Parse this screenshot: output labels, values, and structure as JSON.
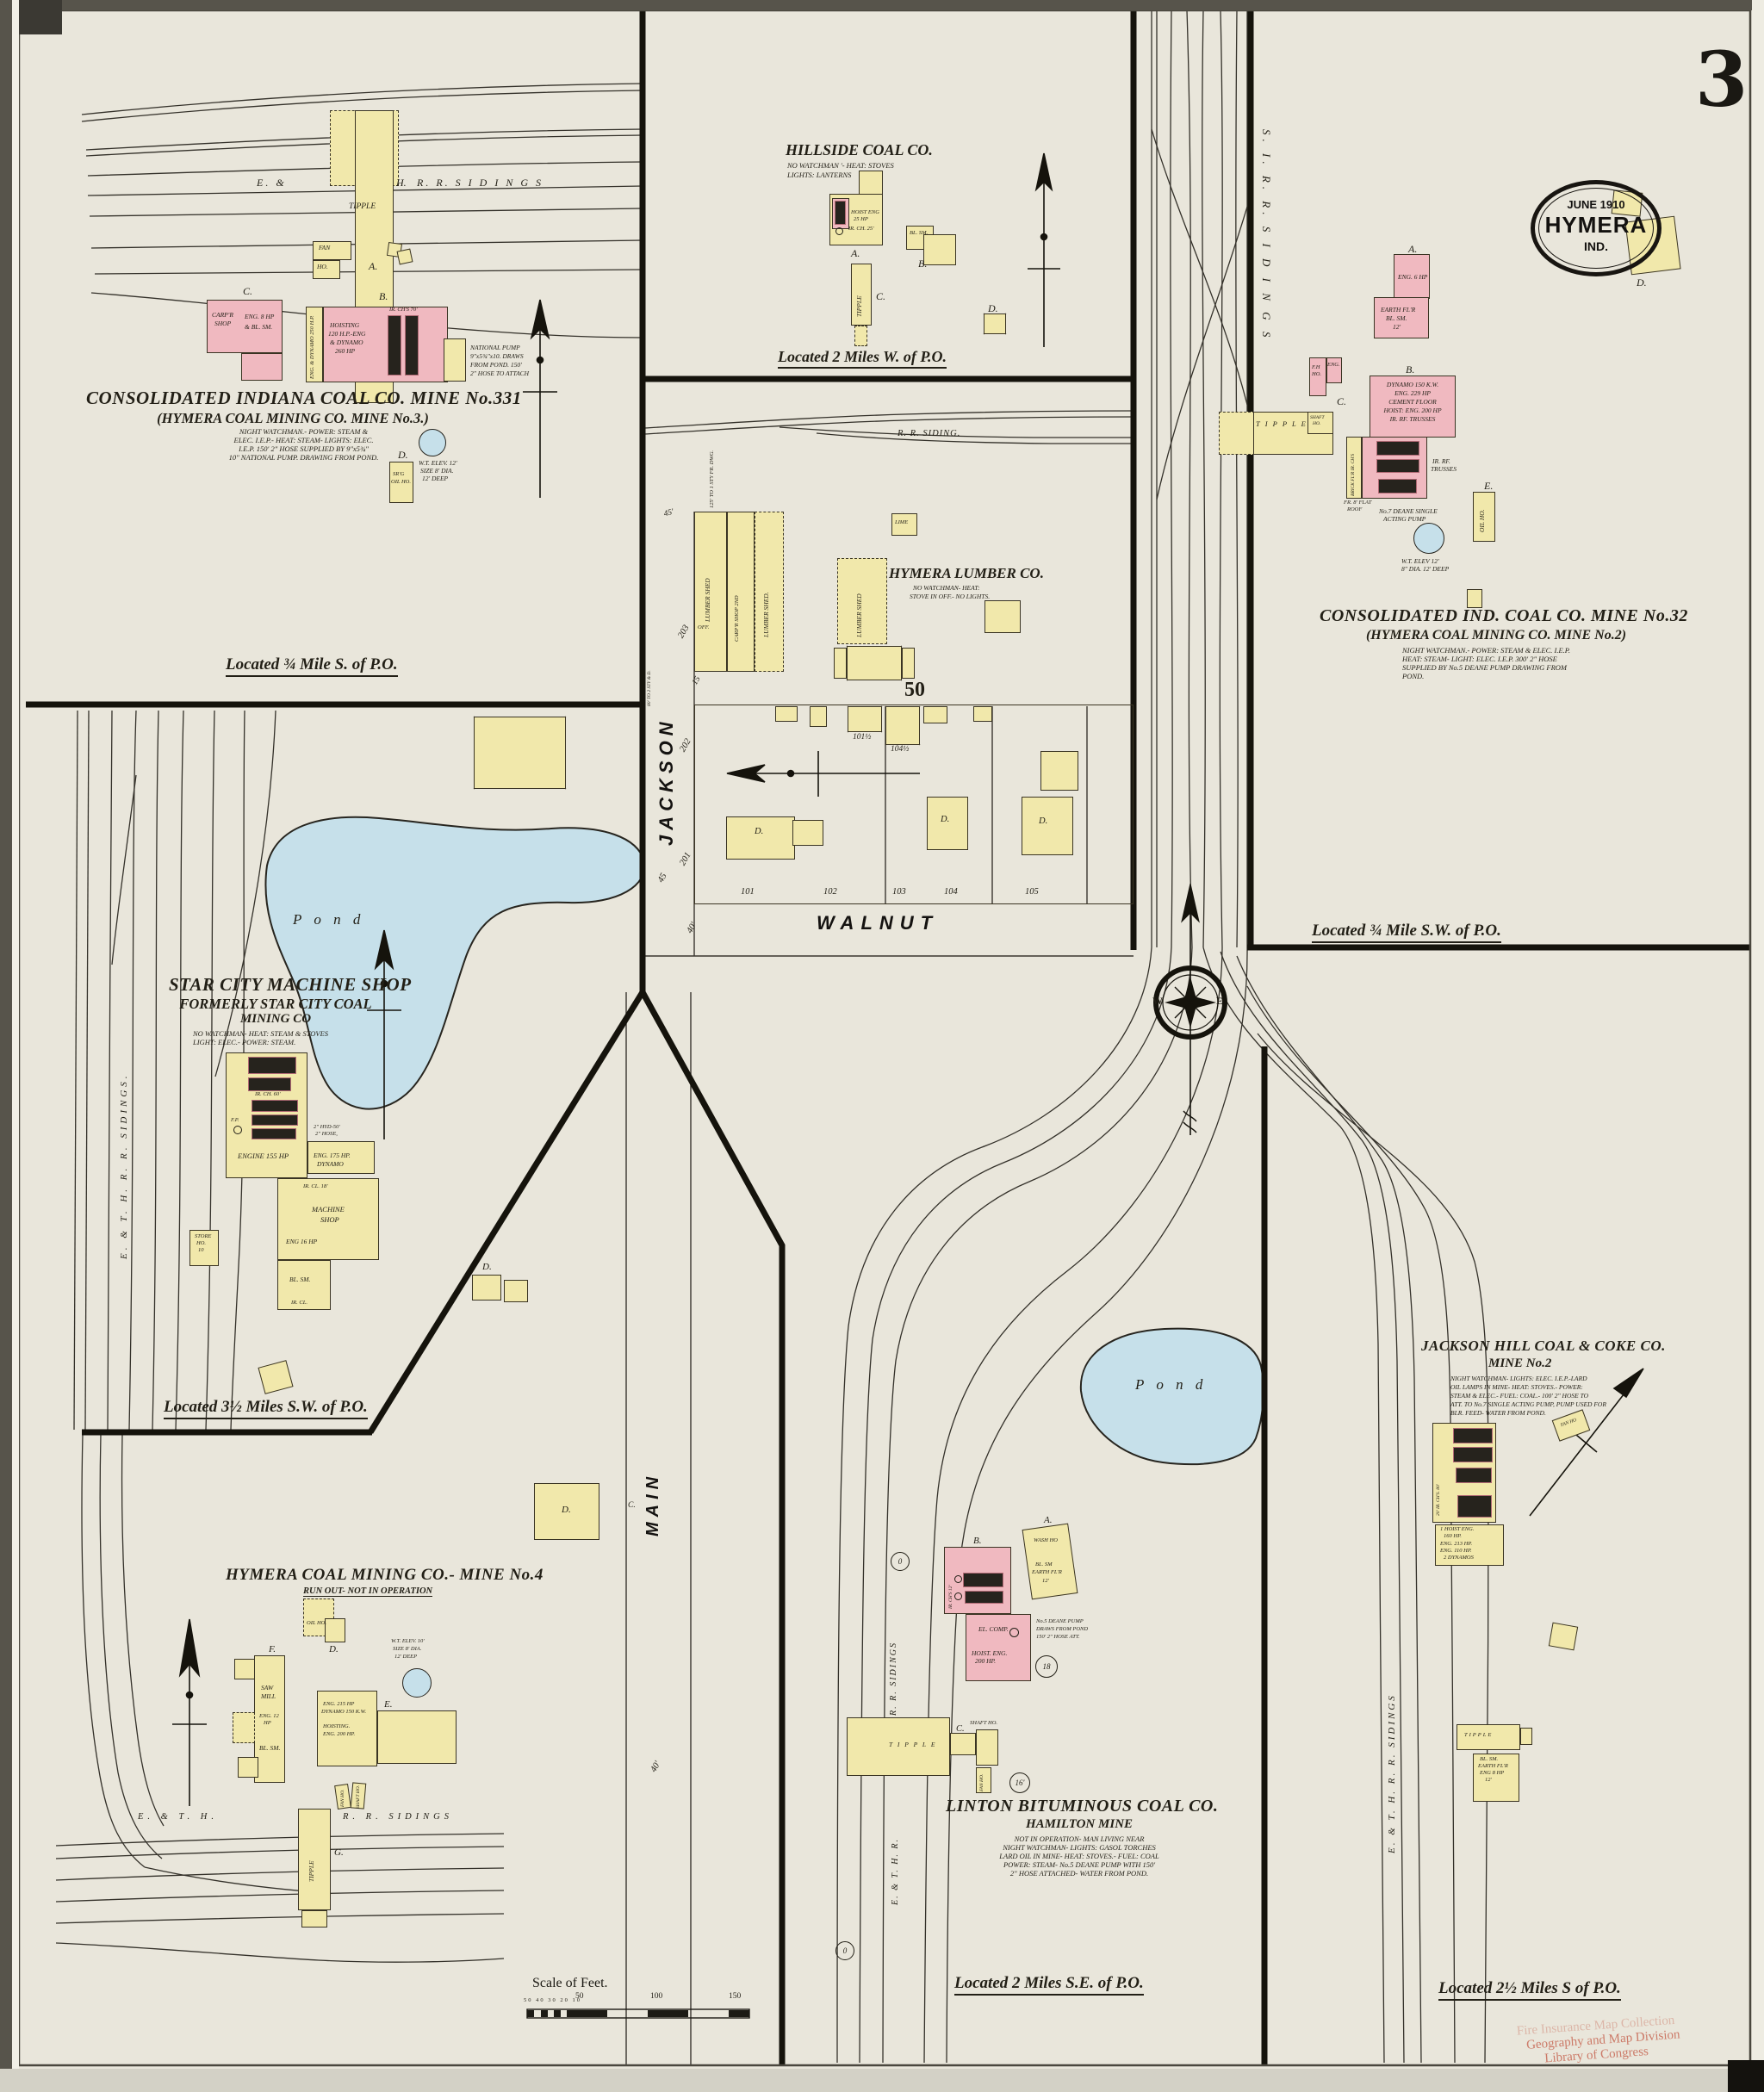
{
  "g": {
    "sheet_number": "3",
    "oval_line1": "JUNE 1910",
    "oval_line2": "HYMERA",
    "oval_line3": "IND.",
    "scale_title": "Scale of Feet.",
    "scale_micro": "50 40 30 20 10",
    "scale_50": "50",
    "scale_100": "100",
    "scale_150": "150",
    "stamp1": "Fire Insurance Map Collection",
    "stamp2": "Geography and Map Division",
    "stamp3": "Library of Congress",
    "compass_w": "W",
    "compass_e": "E",
    "colors": {
      "paper": "#e9e6db",
      "yellow": "#f1e8ab",
      "pink": "#f0b9c0",
      "pond": "#c6e0ea",
      "ink": "#221f16",
      "stamp_red": "#c05a48"
    }
  },
  "m331": {
    "title": "CONSOLIDATED INDIANA COAL CO. MINE No.331",
    "subtitle": "(HYMERA COAL MINING CO. MINE No.3.)",
    "note1": "NIGHT WATCHMAN.- POWER: STEAM &",
    "note2": "ELEC. I.E.P.- HEAT: STEAM- LIGHTS: ELEC.",
    "note3": "I.E.P. 150' 2\" HOSE SUPPLIED BY 9\"x5¾\"",
    "note4": "10\" NATIONAL PUMP. DRAWING FROM POND.",
    "caption": "Located ¾ Mile S. of P.O.",
    "rr_e": "E. &",
    "rr_h": "H.",
    "rr_sidings": "R. R.  S I D I N G S",
    "tipple": "TIPPLE",
    "fan1": "FAN",
    "fan2": "HO.",
    "a": "A.",
    "b": "B.",
    "c": "C.",
    "d": "D.",
    "carp1": "CARP'R",
    "carp2": "SHOP",
    "carp3": "ENG. 8 HP",
    "carp4": "& BL. SM.",
    "hoist1": "HOISTING",
    "hoist2": "120 H.P.-ENG",
    "hoist3": "& DYNAMO",
    "hoist4": "260 HP",
    "irch": "IR. CH'S 70'",
    "engstrip": "ENG. & DYNAMO 250 H.P.",
    "pump1": "NATIONAL PUMP",
    "pump2": "9\"x5¾\"x10. DRAWS",
    "pump3": "FROM POND. 150'",
    "pump4": "2\" HOSE TO ATTACH",
    "oil1": "SR'G",
    "oil2": "OIL HO.",
    "wt1": "W.T. ELEV. 12'",
    "wt2": "SIZE 8' DIA.",
    "wt3": "12' DEEP"
  },
  "hs": {
    "title": "HILLSIDE COAL CO.",
    "note1": "NO WATCHMAN '- HEAT: STOVES",
    "note2": "LIGHTS: LANTERNS",
    "caption": "Located 2 Miles W. of P.O.",
    "a": "A.",
    "b": "B.",
    "c": "C.",
    "d": "D.",
    "hoist1": "HOIST ENG",
    "hoist2": "25 HP",
    "hoist3": "IR. CH. 25'",
    "blsm": "BL. SM.",
    "tipple": "TIPPLE"
  },
  "m32": {
    "title": "CONSOLIDATED IND. COAL CO. MINE No.32",
    "subtitle": "(HYMERA COAL MINING CO. MINE No.2)",
    "note1": "NIGHT WATCHMAN.- POWER: STEAM & ELEC. I.E.P.",
    "note2": "HEAT: STEAM- LIGHT: ELEC. I.E.P. 300' 2\" HOSE",
    "note3": "SUPPLIED BY No.5 DEANE PUMP DRAWING FROM",
    "note4": "POND.",
    "caption": "Located ¾ Mile S.W. of P.O.",
    "rr": "S. I.  R. R.  S I D I N G S",
    "a": "A.",
    "b": "B.",
    "c": "C.",
    "d": "D.",
    "e": "E.",
    "eng6": "ENG. 6 HP",
    "earth1": "EARTH FL'R",
    "earth2": "BL. SM.",
    "earth3": "12'",
    "b1": "DYNAMO 150 K.W.",
    "b2": "ENG. 229 HP",
    "b3": "CEMENT FLOOR",
    "b4": "HOIST: ENG. 200 HP",
    "b5": "IR. RF. TRUSSES",
    "fh1": "F.H",
    "fh2": "HO.",
    "engho": "ENG.",
    "tipple": "T I P P L E",
    "shaft1": "SHAFT",
    "shaft2": "HO.",
    "brick": "BRICK FL'R IR. CH'S",
    "tr1": "IR. RF.",
    "tr2": "TRUSSES",
    "fr1": "FR. 8' FLAT",
    "fr2": "ROOF",
    "deane1": "No.7 DEANE SINGLE",
    "deane2": "ACTING PUMP",
    "wt1": "W.T. ELEV 12'",
    "wt2": "8\" DIA. 12' DEEP",
    "oil": "OIL HO."
  },
  "tw": {
    "rr_siding": "R. R. SIDING.",
    "lumber_title": "HYMERA LUMBER CO.",
    "lnote1": "NO WATCHMAN- HEAT:",
    "lnote2": "STOVE IN OFF.- NO LIGHTS.",
    "off": "OFF.",
    "shed1": "LUMBER SHED",
    "shed2": "CARP'R SHOP 2ND",
    "shed3": "LUMBER SHED.",
    "shed4": "LUMBER SHED",
    "lime": "LIME",
    "block": "50",
    "jackson": "JACKSON",
    "walnut": "WALNUT",
    "main": "MAIN",
    "n201": "201",
    "n202": "202",
    "n203": "203",
    "n101": "101",
    "n102": "102",
    "n103": "103",
    "n104": "104",
    "n105": "105",
    "n101h": "101½",
    "n104h": "104½",
    "n45": "45",
    "n45f": "45'",
    "n15": "15",
    "n40f": "40'",
    "w40": "40'",
    "note125": "125' TO 1 STY FR. DWG.",
    "note80": "80' TO 2 STY & D.",
    "d": "D.",
    "c": "C."
  },
  "sc": {
    "t1": "STAR CITY MACHINE SHOP",
    "t2": "FORMERLY STAR CITY COAL",
    "t3": "MINING CO",
    "note1": "NO WATCHMAN- HEAT: STEAM & STOVES",
    "note2": "LIGHT: ELEC.- POWER: STEAM.",
    "caption": "Located 3½ Miles S.W. of P.O.",
    "pond": "P o n d",
    "rr": "E. & T. H.  R. R.  SIDINGS.",
    "engine": "ENGINE 155 HP",
    "eng175a": "ENG. 175 HP.",
    "eng175b": "DYNAMO",
    "hyd1": "2\" HYD-50'",
    "hyd2": "2\" HOSE,",
    "irch60": "IR. CH. 60'",
    "fp": "F.P.",
    "ms1": "MACHINE",
    "ms2": "SHOP",
    "eng16": "ENG 16 HP",
    "ircl18": "IR. CL. 18'",
    "blsm": "BL. SM.",
    "ircl": "IR. CL.",
    "store1": "STORE",
    "store2": "HO.",
    "store3": "10"
  },
  "m4": {
    "title": "HYMERA COAL MINING CO.- MINE No.4",
    "subtitle": "RUN OUT- NOT IN OPERATION",
    "oil": "OIL HO.",
    "d": "D.",
    "f": "F.",
    "e": "E.",
    "g": "G.",
    "saw1": "SAW",
    "saw2": "MILL",
    "eng12a": "ENG. 12",
    "eng12b": "HP",
    "blsm": "BL. SM.",
    "wt1": "W.T. ELEV. 10'",
    "wt2": "SIZE 8' DIA.",
    "wt3": "12' DEEP",
    "e1": "ENG. 215 HP",
    "e2": "DYNAMO 150 K.W.",
    "e3": "HOISTING.",
    "e4": "ENG. 200 HP.",
    "fan": "FAN HO.",
    "shaft": "SHAFT HO.",
    "tipple": "TIPPLE",
    "rr1": "E. & T. H.",
    "rr2": "R. R.  SIDINGS",
    "dw": "D."
  },
  "lb": {
    "title": "LINTON BITUMINOUS COAL CO.",
    "subtitle": "HAMILTON MINE",
    "note1": "NOT IN OPERATION- MAN LIVING NEAR",
    "note2": "NIGHT WATCHMAN- LIGHTS: GASOL TORCHES",
    "note3": "LARD OIL IN MINE- HEAT: STOVES.- FUEL: COAL",
    "note4": "POWER: STEAM- No.5 DEANE PUMP WITH 150'",
    "note5": "2\" HOSE ATTACHED- WATER FROM POND.",
    "caption": "Located 2 Miles S.E. of P.O.",
    "pond": "P o n d",
    "a": "A.",
    "b": "B.",
    "c": "C.",
    "wash": "WASH HO",
    "blsm1": "BL. SM",
    "blsm2": "EARTH FL'R",
    "blsm3": "12'",
    "irch12": "IR. CH'S 12'",
    "comp": "EL. COMP.",
    "hoist1": "HOIST. ENG.",
    "hoist2": "200 HP.",
    "deane1": "No.5 DEANE PUMP",
    "deane2": "DRAWS FROM POND",
    "deane3": "150' 2\" HOSE ATT.",
    "c18": "18",
    "c16": "16'",
    "c0": "0",
    "tipple": "T I P P L E",
    "shaft": "SHAFT HO.",
    "fan": "FAN HO.",
    "rr1": "R. R. SIDINGS",
    "rr2": "E. & T. H. R."
  },
  "jh": {
    "title": "JACKSON HILL COAL & COKE CO.",
    "subtitle": "MINE No.2",
    "note1": "NIGHT WATCHMAN- LIGHTS: ELEC. I.E.P.-LARD",
    "note2": "OIL LAMPS IN MINE- HEAT: STOVES.- POWER:",
    "note3": "STEAM & ELEC.- FUEL: COAL.- 100' 2\" HOSE TO",
    "note4": "ATT. TO No.7 SINGLE ACTING PUMP, PUMP USED FOR",
    "note5": "BLR. FEED- WATER FROM POND.",
    "caption": "Located 2½ Miles S of P.O.",
    "fan": "FAN HO",
    "irch80": "20' IR. CH'S. 80'",
    "h1": "1 HOIST ENG.",
    "h2": "160 HP.",
    "h3": "ENG. 213 HP.",
    "h4": "ENG. 110 HP.",
    "h5": "2 DYNAMOS",
    "tipple": "TIPPLE",
    "bl1": "BL. SM.",
    "bl2": "EARTH FL'R",
    "bl3": "ENG 8 HP",
    "bl4": "12'",
    "rr": "E. & T. H.  R. R.  SIDINGS"
  }
}
